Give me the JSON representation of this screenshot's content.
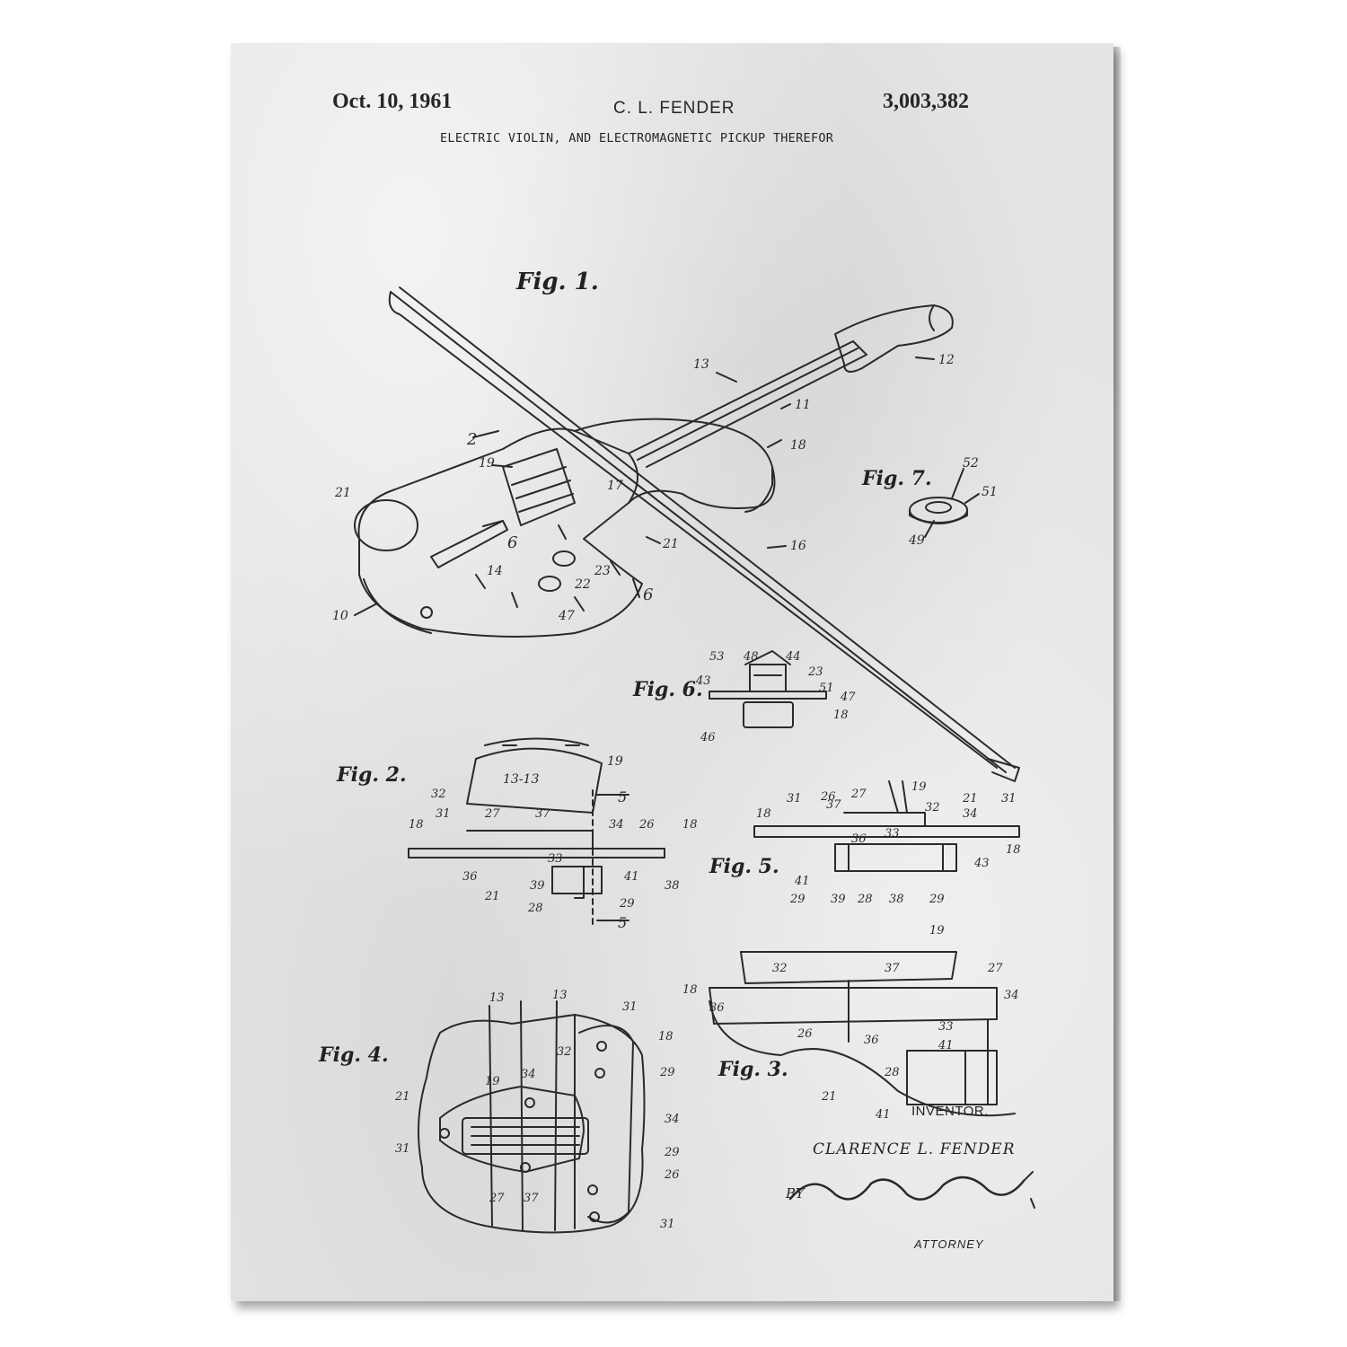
{
  "header": {
    "date": "Oct. 10, 1961",
    "inventor": "C. L. FENDER",
    "patent_number": "3,003,382",
    "title": "ELECTRIC VIOLIN, AND ELECTROMAGNETIC PICKUP THEREFOR"
  },
  "figures": {
    "fig1": "Fig. 1.",
    "fig2": "Fig. 2.",
    "fig3": "Fig. 3.",
    "fig4": "Fig. 4.",
    "fig5": "Fig. 5.",
    "fig6": "Fig. 6.",
    "fig7": "Fig. 7."
  },
  "reference_numerals": {
    "fig1": [
      "13",
      "11",
      "12",
      "18",
      "2",
      "19",
      "21",
      "17",
      "6",
      "14",
      "23",
      "22",
      "47",
      "10",
      "16"
    ],
    "fig7": [
      "52",
      "51",
      "49"
    ],
    "fig6": [
      "53",
      "48",
      "44",
      "23",
      "43",
      "51",
      "47",
      "18",
      "46"
    ],
    "fig2": [
      "19",
      "13-13",
      "5",
      "32",
      "27",
      "37",
      "34",
      "26",
      "18",
      "31",
      "33",
      "36",
      "39",
      "41",
      "38",
      "21",
      "28",
      "29"
    ],
    "fig5": [
      "19",
      "37",
      "27",
      "32",
      "21",
      "31",
      "26",
      "34",
      "18",
      "36",
      "33",
      "41",
      "29",
      "39",
      "28",
      "38"
    ],
    "fig3": [
      "19",
      "32",
      "37",
      "27",
      "18",
      "34",
      "36",
      "26",
      "33",
      "41",
      "28",
      "21"
    ],
    "fig4": [
      "13",
      "31",
      "18",
      "32",
      "34",
      "29",
      "21",
      "19",
      "26",
      "27",
      "37"
    ]
  },
  "signature": {
    "inventor_label": "INVENTOR.",
    "inventor_name": "CLARENCE L. FENDER",
    "by_label": "BY",
    "attorney_label": "ATTORNEY"
  },
  "colors": {
    "paper": "#e4e4e4",
    "ink": "#262626"
  }
}
